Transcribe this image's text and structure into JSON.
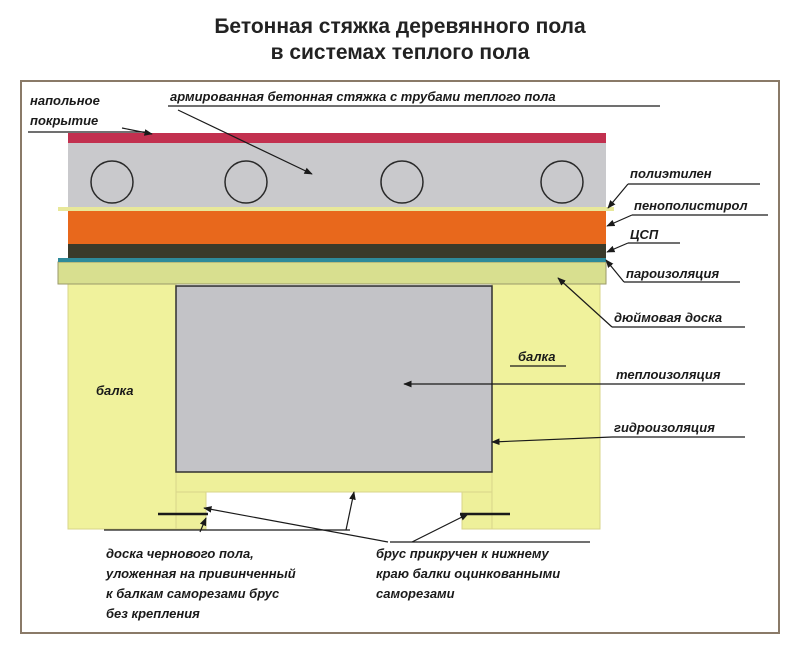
{
  "title": {
    "line1": "Бетонная стяжка деревянного пола",
    "line2": "в системах теплого пола"
  },
  "labels": {
    "floor_covering_1": "напольное",
    "floor_covering_2": "покрытие",
    "screed": "армированная бетонная стяжка с трубами теплого пола",
    "polyethylene": "полиэтилен",
    "polystyrene": "пенополистирол",
    "dsp": "ЦСП",
    "vapor_barrier": "пароизоляция",
    "inch_board": "дюймовая доска",
    "beam_left": "балка",
    "beam_right": "балка",
    "insulation": "теплоизоляция",
    "waterproofing": "гидроизоляция",
    "subfloor_1": "доска чернового пола,",
    "subfloor_2": "уложенная на привинченный",
    "subfloor_3": "к балкам саморезами брус",
    "subfloor_4": "без крепления",
    "bar_1": "брус прикручен к нижнему",
    "bar_2": "краю балки оцинкованными",
    "bar_3": "саморезами"
  },
  "colors": {
    "floor_covering": "#c2304f",
    "screed": "#c9c9cc",
    "polyethylene": "#e8e89a",
    "polystyrene": "#e8681c",
    "dsp": "#3a3a2a",
    "vapor_barrier": "#2e8a9a",
    "board": "#d8df8f",
    "beam": "#f0f29c",
    "insulation": "#c3c3c7",
    "frame": "#8a7a68"
  }
}
